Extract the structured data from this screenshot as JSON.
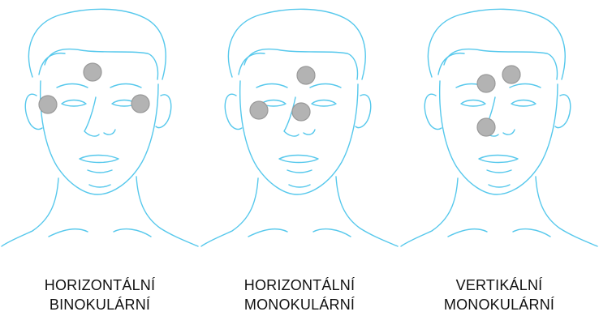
{
  "colors": {
    "sketch_line": "#56c8ec",
    "marker_fill": "#b3b3b3",
    "marker_stroke": "#999999",
    "caption_text": "#111111"
  },
  "panels": [
    {
      "id": "horizontal-binocular",
      "caption_line1": "HORIZONTÁLNÍ",
      "caption_line2": "BINOKULÁRNÍ",
      "marker_count": 3
    },
    {
      "id": "horizontal-monocular",
      "caption_line1": "HORIZONTÁLNÍ",
      "caption_line2": "MONOKULÁRNÍ",
      "marker_count": 3
    },
    {
      "id": "vertical-monocular",
      "caption_line1": "VERTIKÁLNÍ",
      "caption_line2": "MONOKULÁRNÍ",
      "marker_count": 3
    }
  ]
}
